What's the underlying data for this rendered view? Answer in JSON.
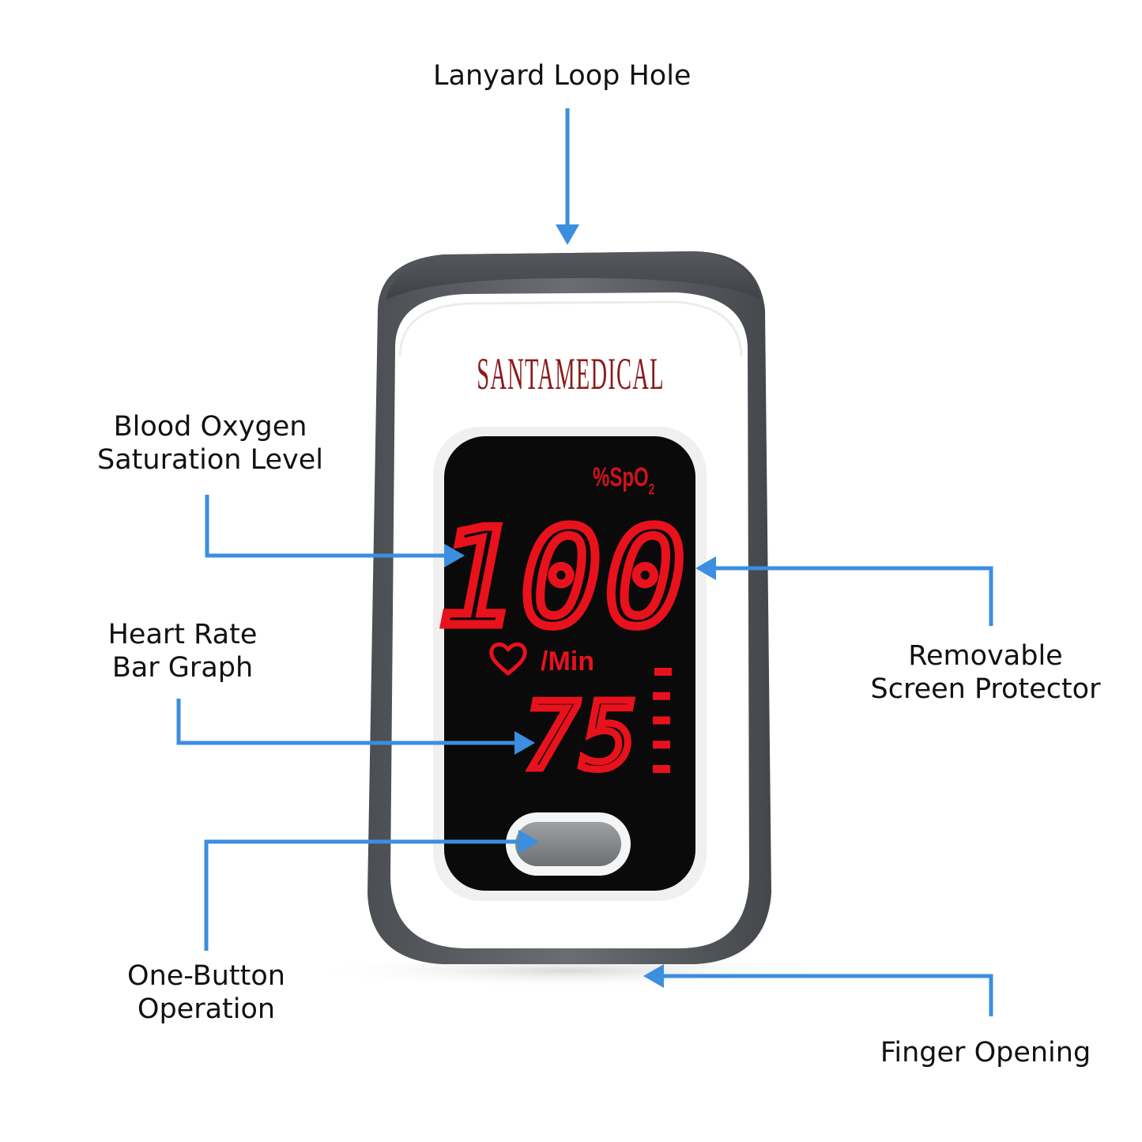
{
  "brand": {
    "name": "SANTAMEDICAL",
    "color": "#8b1a1a"
  },
  "callouts": {
    "lanyard": "Lanyard Loop Hole",
    "blood_oxygen": [
      "Blood Oxygen",
      "Saturation Level"
    ],
    "heart_rate": [
      "Heart Rate",
      "Bar Graph"
    ],
    "protector": [
      "Removable",
      "Screen Protector"
    ],
    "button": [
      "One-Button",
      "Operation"
    ],
    "finger": "Finger Opening"
  },
  "display": {
    "spo2_label": "%SpO",
    "spo2_subscript": "2",
    "spo2_value": "100",
    "pulse_label": "/Min",
    "pulse_value": "75",
    "bar_graph_segments": 5,
    "heart_icon": "heart-icon",
    "led_color": "#e8121c"
  },
  "colors": {
    "arrow": "#3b8ee0",
    "shell_dark": "#5a5d61",
    "shell_white": "#ffffff",
    "screen": "#0a0a0a"
  }
}
